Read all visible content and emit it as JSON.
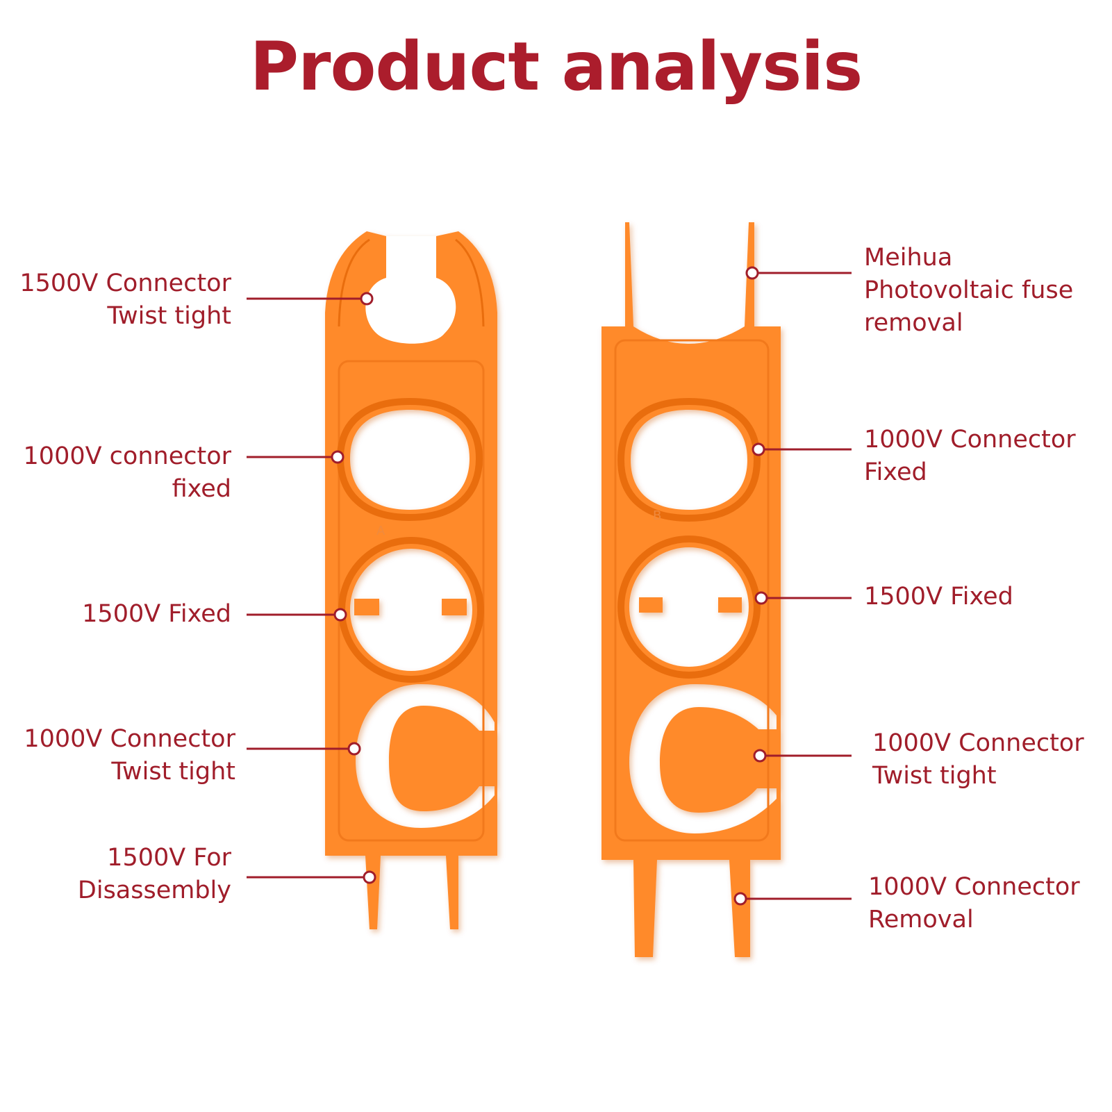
{
  "title": "Product analysis",
  "colors": {
    "title": "#ab1d2c",
    "label": "#a01d2a",
    "leader": "#a01d2a",
    "tool": "#ff8a2a",
    "tool_dark": "#f47a17"
  },
  "tools": [
    {
      "id": "tool-a",
      "letter": "A"
    },
    {
      "id": "tool-b",
      "letter": "B"
    }
  ],
  "labels": {
    "left": [
      {
        "lines": [
          "1500V Connector",
          "Twist tight"
        ]
      },
      {
        "lines": [
          "1000V connector",
          "fixed"
        ]
      },
      {
        "lines": [
          "1500V Fixed"
        ]
      },
      {
        "lines": [
          "1000V Connector",
          "Twist tight"
        ]
      },
      {
        "lines": [
          "1500V For",
          "Disassembly"
        ]
      }
    ],
    "right": [
      {
        "lines": [
          "Meihua",
          "Photovoltaic fuse",
          "removal"
        ]
      },
      {
        "lines": [
          "1000V Connector",
          "Fixed"
        ]
      },
      {
        "lines": [
          "1500V Fixed"
        ]
      },
      {
        "lines": [
          "1000V Connector",
          "Twist tight"
        ]
      },
      {
        "lines": [
          "1000V Connector",
          "Removal"
        ]
      }
    ]
  }
}
